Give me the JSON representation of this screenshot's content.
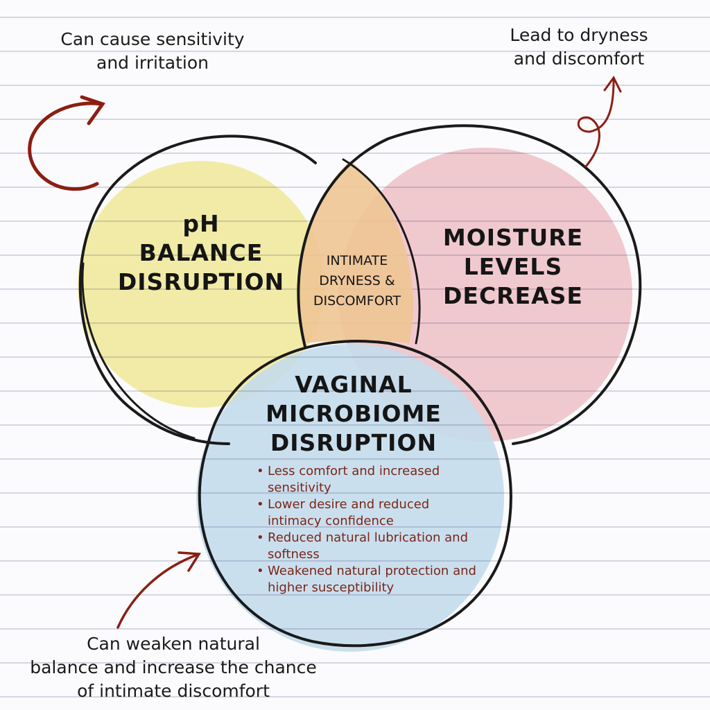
{
  "circles": {
    "ph": {
      "title_lines": [
        "pH",
        "BALANCE",
        "DISRUPTION"
      ],
      "color": "#f5eda0"
    },
    "moisture": {
      "title_lines": [
        "MOISTURE",
        "LEVELS",
        "DECREASE"
      ],
      "color": "#f3c6cc"
    },
    "microbiome": {
      "title_lines": [
        "VAGINAL",
        "MICROBIOME",
        "DISRUPTION"
      ],
      "color": "#c9e0ee"
    },
    "overlap": {
      "lines": [
        "INTIMATE",
        "DRYNESS &",
        "DISCOMFORT"
      ],
      "color": "#eec594"
    }
  },
  "bullets": [
    "Less comfort and increased sensitivity",
    "Lower desire and reduced intimacy confidence",
    "Reduced natural lubrication and softness",
    "Weakened natural protection and higher susceptibility"
  ],
  "annotations": {
    "top_left": [
      "Can cause sensitivity",
      "and irritation"
    ],
    "top_right": [
      "Lead to dryness",
      "and discomfort"
    ],
    "bottom_left": [
      "Can weaken natural",
      "balance and increase the chance",
      "of intimate discomfort"
    ]
  },
  "colors": {
    "arrow": "#8b1e12",
    "bullet_text": "#7a2618",
    "outline": "#1a1a1a"
  }
}
